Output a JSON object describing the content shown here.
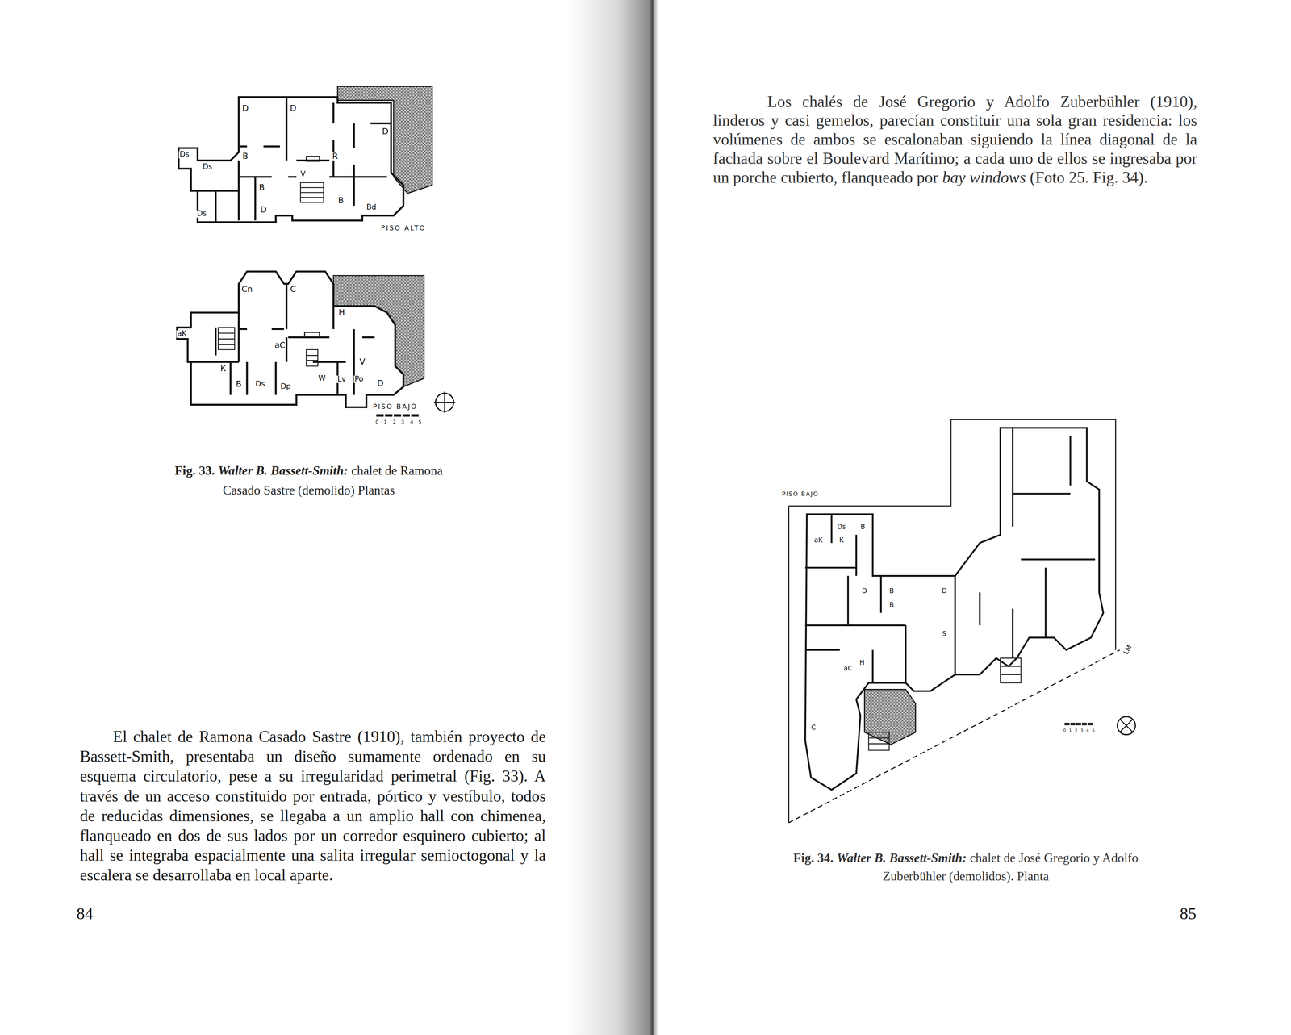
{
  "diagram": {
    "labels": [
      "D",
      "D",
      "D",
      "Ds",
      "Ds",
      "Ds",
      "B",
      "R",
      "V",
      "B",
      "B",
      "Bd",
      "D",
      "PISO ALTO",
      "Cn",
      "C",
      "H",
      "aK",
      "aC",
      "K",
      "B",
      "Ds",
      "Dp",
      "W",
      "Lv",
      "Po",
      "V",
      "D",
      "PISO BAJO",
      "0",
      "1",
      "2",
      "3",
      "4",
      "5",
      "Fig. 33.",
      "Walter B. Bassett-Smith:",
      "chalet de Ramona Casado Sastre (demolido) Plantas",
      "El chalet de Ramona Casado Sastre (1910), también proyecto de Bassett-Smith, presentaba un diseño sumamente ordenado en su esquema circulatorio, pese a su irregularidad perimetral (Fig. 33). A través de un acceso constituido por entrada, pórtico y vestíbulo, todos de reducidas dimensiones, se llegaba a un amplio hall con chimenea, flanqueado en dos de sus lados por un corredor esquinero cubierto; al hall se integraba espacialmente una salita irregular semioctogonal y la escalera se desarrollaba en local aparte.",
      "84",
      "Los chalés de José Gregorio y Adolfo Zuberbühler (1910), linderos y casi gemelos, parecían constituir una sola gran residencia: los volúmenes de ambos se escalonaban siguiendo la línea diagonal de la fachada sobre el Boulevard Marítimo; a cada uno de ellos se ingresaba por un porche cubierto, flanqueado por",
      "bay windows",
      "(Foto 25. Fig. 34).",
      "PISO BAJO",
      "Ds",
      "B",
      "aK",
      "K",
      "D",
      "B",
      "B",
      "D",
      "S",
      "H",
      "aC",
      "C",
      "LM",
      "0",
      "1",
      "2",
      "3",
      "4",
      "5",
      "Fig. 34.",
      "Walter B. Bassett-Smith:",
      "chalet de José Gregorio y Adolfo Zuberbühler (demolidos). Planta",
      "85"
    ]
  }
}
